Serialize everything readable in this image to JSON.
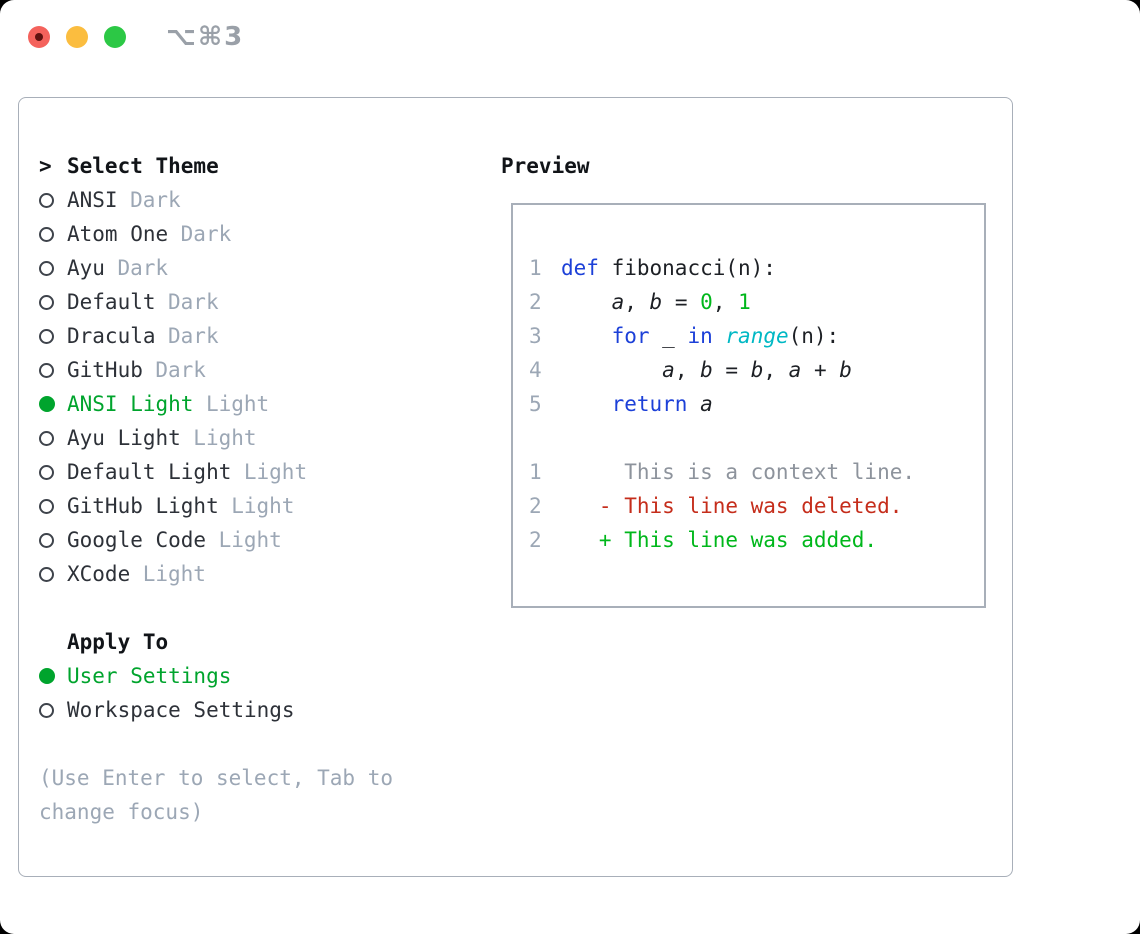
{
  "window": {
    "title": "⌥⌘3",
    "traffic_lights": [
      "close",
      "minimize",
      "zoom"
    ]
  },
  "theme_selector": {
    "header_prefix": ">",
    "header": "Select Theme",
    "themes": [
      {
        "name": "ANSI",
        "variant": "Dark",
        "selected": false
      },
      {
        "name": "Atom One",
        "variant": "Dark",
        "selected": false
      },
      {
        "name": "Ayu",
        "variant": "Dark",
        "selected": false
      },
      {
        "name": "Default",
        "variant": "Dark",
        "selected": false
      },
      {
        "name": "Dracula",
        "variant": "Dark",
        "selected": false
      },
      {
        "name": "GitHub",
        "variant": "Dark",
        "selected": false
      },
      {
        "name": "ANSI Light",
        "variant": "Light",
        "selected": true
      },
      {
        "name": "Ayu Light",
        "variant": "Light",
        "selected": false
      },
      {
        "name": "Default Light",
        "variant": "Light",
        "selected": false
      },
      {
        "name": "GitHub Light",
        "variant": "Light",
        "selected": false
      },
      {
        "name": "Google Code",
        "variant": "Light",
        "selected": false
      },
      {
        "name": "XCode",
        "variant": "Light",
        "selected": false
      }
    ]
  },
  "apply_to": {
    "header": "Apply To",
    "options": [
      {
        "label": "User Settings",
        "selected": true
      },
      {
        "label": "Workspace Settings",
        "selected": false
      }
    ]
  },
  "help": {
    "line1": "(Use Enter to select, Tab to",
    "line2": "change focus)"
  },
  "preview": {
    "header": "Preview",
    "code_lines": [
      {
        "num": "1",
        "tokens": [
          {
            "text": "def",
            "style": "kw"
          },
          {
            "text": " fibonacci(n):",
            "style": "fg"
          }
        ]
      },
      {
        "num": "2",
        "tokens": [
          {
            "text": "    ",
            "style": "fg"
          },
          {
            "text": "a",
            "style": "var"
          },
          {
            "text": ", ",
            "style": "fg"
          },
          {
            "text": "b",
            "style": "var"
          },
          {
            "text": " = ",
            "style": "fg"
          },
          {
            "text": "0",
            "style": "num"
          },
          {
            "text": ", ",
            "style": "fg"
          },
          {
            "text": "1",
            "style": "num"
          }
        ]
      },
      {
        "num": "3",
        "tokens": [
          {
            "text": "    ",
            "style": "fg"
          },
          {
            "text": "for",
            "style": "kw"
          },
          {
            "text": " _ ",
            "style": "fg"
          },
          {
            "text": "in",
            "style": "kw"
          },
          {
            "text": " ",
            "style": "fg"
          },
          {
            "text": "range",
            "style": "fn"
          },
          {
            "text": "(n):",
            "style": "fg"
          }
        ]
      },
      {
        "num": "4",
        "tokens": [
          {
            "text": "        ",
            "style": "fg"
          },
          {
            "text": "a",
            "style": "var"
          },
          {
            "text": ", ",
            "style": "fg"
          },
          {
            "text": "b",
            "style": "var"
          },
          {
            "text": " = ",
            "style": "fg"
          },
          {
            "text": "b",
            "style": "var"
          },
          {
            "text": ", ",
            "style": "fg"
          },
          {
            "text": "a",
            "style": "var"
          },
          {
            "text": " + ",
            "style": "fg"
          },
          {
            "text": "b",
            "style": "var"
          }
        ]
      },
      {
        "num": "5",
        "tokens": [
          {
            "text": "    ",
            "style": "fg"
          },
          {
            "text": "return",
            "style": "kw"
          },
          {
            "text": " ",
            "style": "fg"
          },
          {
            "text": "a",
            "style": "var"
          }
        ]
      }
    ],
    "diff_lines": [
      {
        "num": "1",
        "text": "     This is a context line.",
        "style": "context"
      },
      {
        "num": "2",
        "text": "   - This line was deleted.",
        "style": "deleted"
      },
      {
        "num": "2",
        "text": "   + This line was added.",
        "style": "added"
      }
    ]
  },
  "colors": {
    "traffic-red": "#f4625c",
    "traffic-red-dot": "#5f1210",
    "traffic-yellow": "#fbbd3f",
    "traffic-green": "#2cc845",
    "title-gray": "#9aa0a8",
    "border": "#a8afb9",
    "dark": "#2d3138",
    "code-dark": "#1d2025",
    "muted": "#9ca7b5",
    "context": "#8d939c",
    "green-ui": "#00a42d",
    "green-code": "#00b71b",
    "blue": "#1c40d8",
    "cyan": "#00b8c4",
    "red": "#c52d1b"
  }
}
